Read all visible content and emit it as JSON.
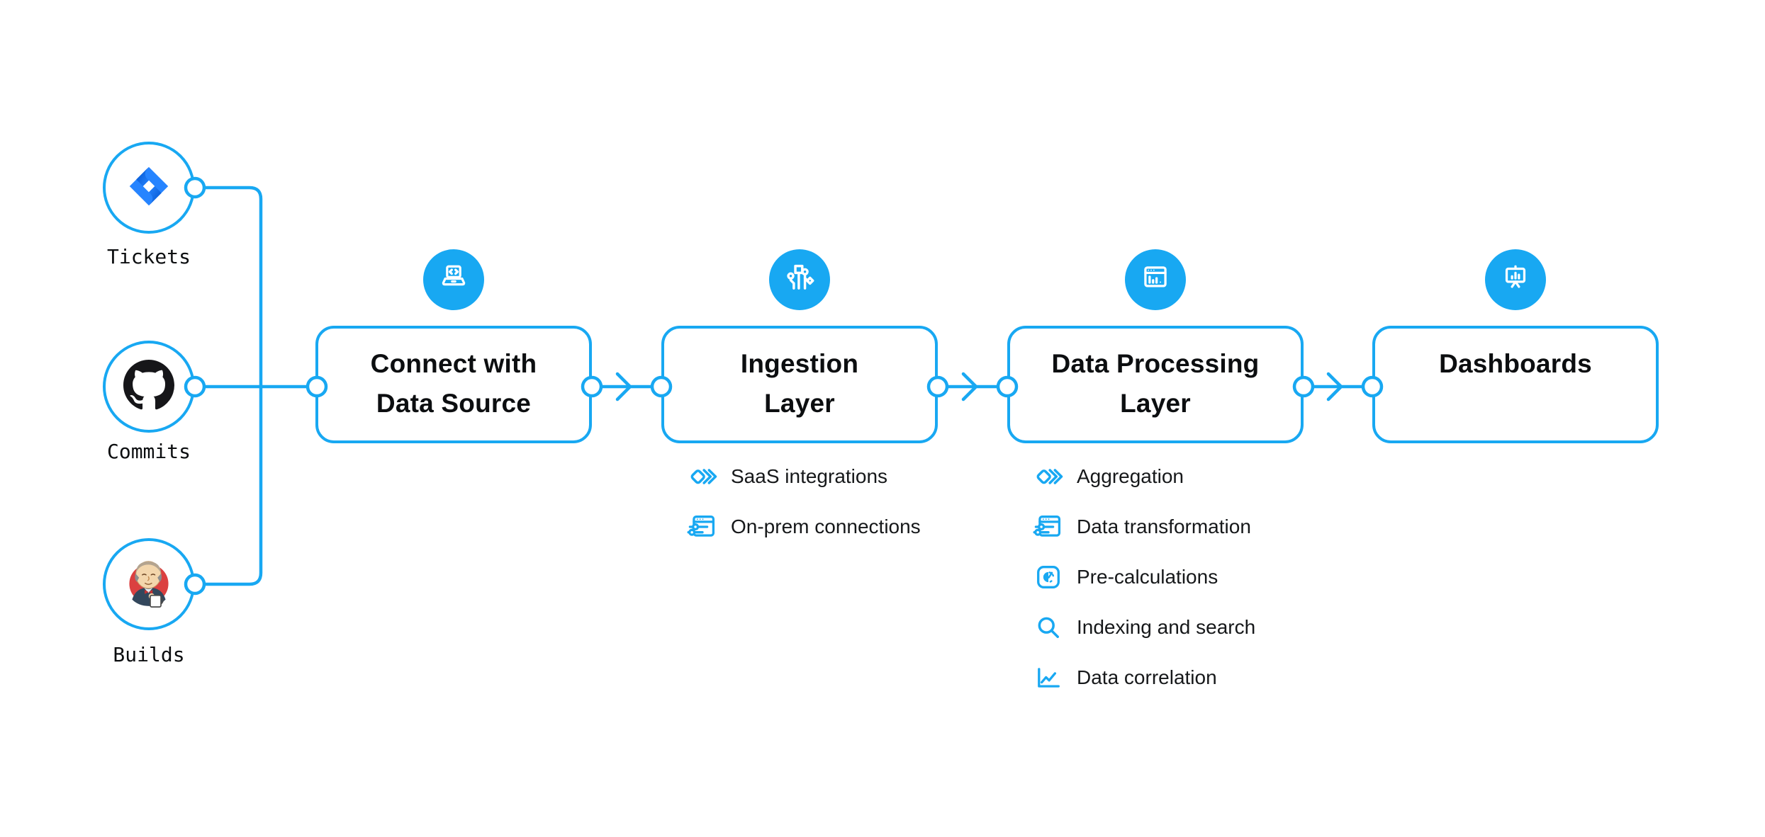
{
  "colors": {
    "accent": "#18a8f2",
    "jira_blue": "#2684FF",
    "jira_dark": "#0052CC",
    "github_black": "#161619",
    "jenkins_red": "#db4040",
    "text": "#0c0e10"
  },
  "sources": [
    {
      "label": "Tickets",
      "icon": "jira-icon"
    },
    {
      "label": "Commits",
      "icon": "github-icon"
    },
    {
      "label": "Builds",
      "icon": "jenkins-icon"
    }
  ],
  "stages": [
    {
      "title": "Connect with\nData Source",
      "icon": "laptop-code-icon",
      "items": []
    },
    {
      "title": "Ingestion\nLayer",
      "icon": "circuit-icon",
      "items": [
        {
          "label": "SaaS integrations",
          "icon": "stacked-diamonds-icon"
        },
        {
          "label": "On-prem connections",
          "icon": "window-sliders-icon"
        }
      ]
    },
    {
      "title": "Data Processing\nLayer",
      "icon": "window-chart-icon",
      "items": [
        {
          "label": "Aggregation",
          "icon": "stacked-diamonds-icon"
        },
        {
          "label": "Data transformation",
          "icon": "window-sliders-icon"
        },
        {
          "label": "Pre-calculations",
          "icon": "gauge-icon"
        },
        {
          "label": "Indexing and search",
          "icon": "search-icon"
        },
        {
          "label": "Data correlation",
          "icon": "line-chart-icon"
        }
      ]
    },
    {
      "title": "Dashboards",
      "icon": "presentation-chart-icon",
      "items": []
    }
  ]
}
